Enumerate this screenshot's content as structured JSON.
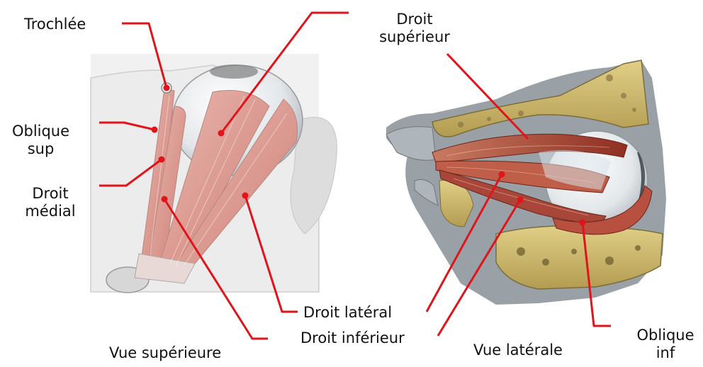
{
  "labels": {
    "trochlee": "Trochlée",
    "oblique_sup_1": "Oblique",
    "oblique_sup_2": "sup",
    "droit_medial_1": "Droit",
    "droit_medial_2": "médial",
    "droit_superieur_1": "Droit",
    "droit_superieur_2": "supérieur",
    "droit_lateral": "Droit latéral",
    "droit_inferieur": "Droit inférieur",
    "oblique_inf_1": "Oblique",
    "oblique_inf_2": "inf",
    "vue_superieure": "Vue supérieure",
    "vue_laterale": "Vue latérale"
  },
  "colors": {
    "leader_line": "#e0141b",
    "muscle": "#b9574c",
    "muscle_light": "#e8b3ab",
    "bone": "#c8b46a",
    "tissue": "#9aa2a8",
    "eye": "#e9ecee"
  }
}
